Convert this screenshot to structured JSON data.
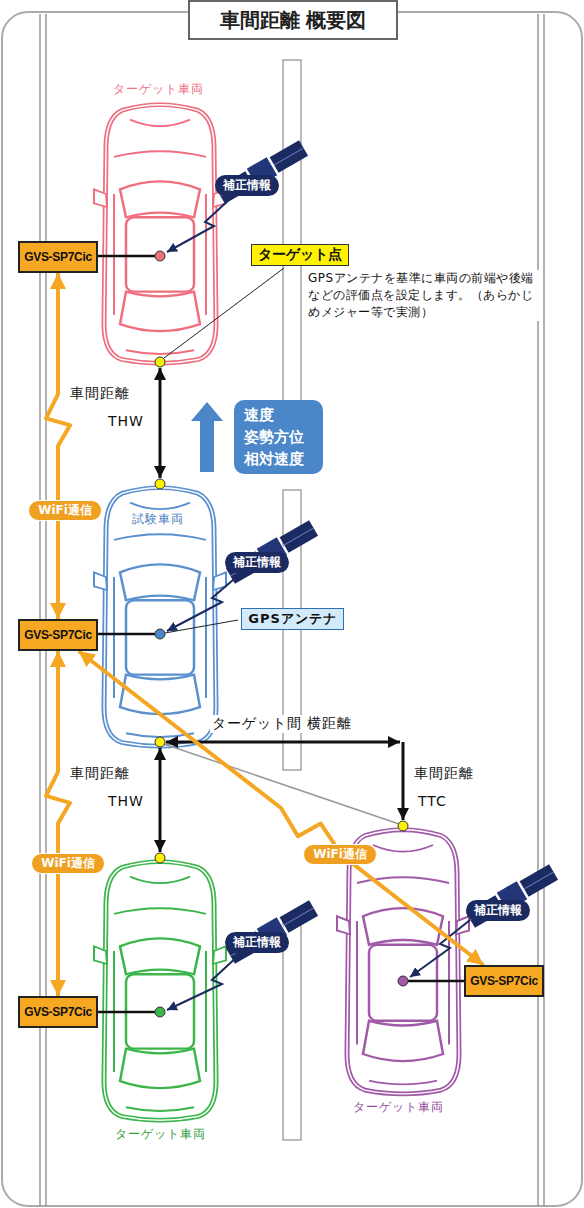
{
  "diagram": {
    "title": "車間距離 概要図",
    "nodes": [
      {
        "text": [
          "補正情報"
        ]
      },
      {
        "text": [
          "GVS-SP7Cic"
        ]
      },
      {
        "text": [
          "ターゲット点"
        ]
      },
      {
        "text": [
          "速度 姿勢方位 相対速度"
        ]
      },
      {
        "text": [
          "WiFi通信"
        ]
      },
      {
        "text": [
          "補正情報"
        ]
      },
      {
        "text": [
          "GVS-SP7Cic"
        ]
      },
      {
        "text": [
          "GPSアンテナ"
        ]
      },
      {
        "text": [
          "WiFi通信"
        ]
      },
      {
        "text": [
          "WiFi通信"
        ]
      },
      {
        "text": [
          "補正情報"
        ]
      },
      {
        "text": [
          "補正情報"
        ]
      },
      {
        "text": [
          "GVS-SP7Cic"
        ]
      },
      {
        "text": [
          "GVS-SP7Cic"
        ]
      }
    ],
    "edges": [
      {
        "from": 1,
        "to": 6,
        "arrow": "both"
      },
      {
        "from": 6,
        "to": 13,
        "arrow": "both"
      },
      {
        "from": 12,
        "to": 6,
        "arrow": "both"
      }
    ],
    "labels": [
      "ターゲット車両",
      "GPSアンテナを基準に車両の前端や後端などの評価点を設定します。（あらかじめメジャー等で実測）",
      "車間距離",
      "THW",
      "試験車両",
      "ターゲット間 横距離",
      "車間距離",
      "THW",
      "車間距離",
      "TTC",
      "ターゲット車両",
      "ターゲット車両"
    ]
  }
}
